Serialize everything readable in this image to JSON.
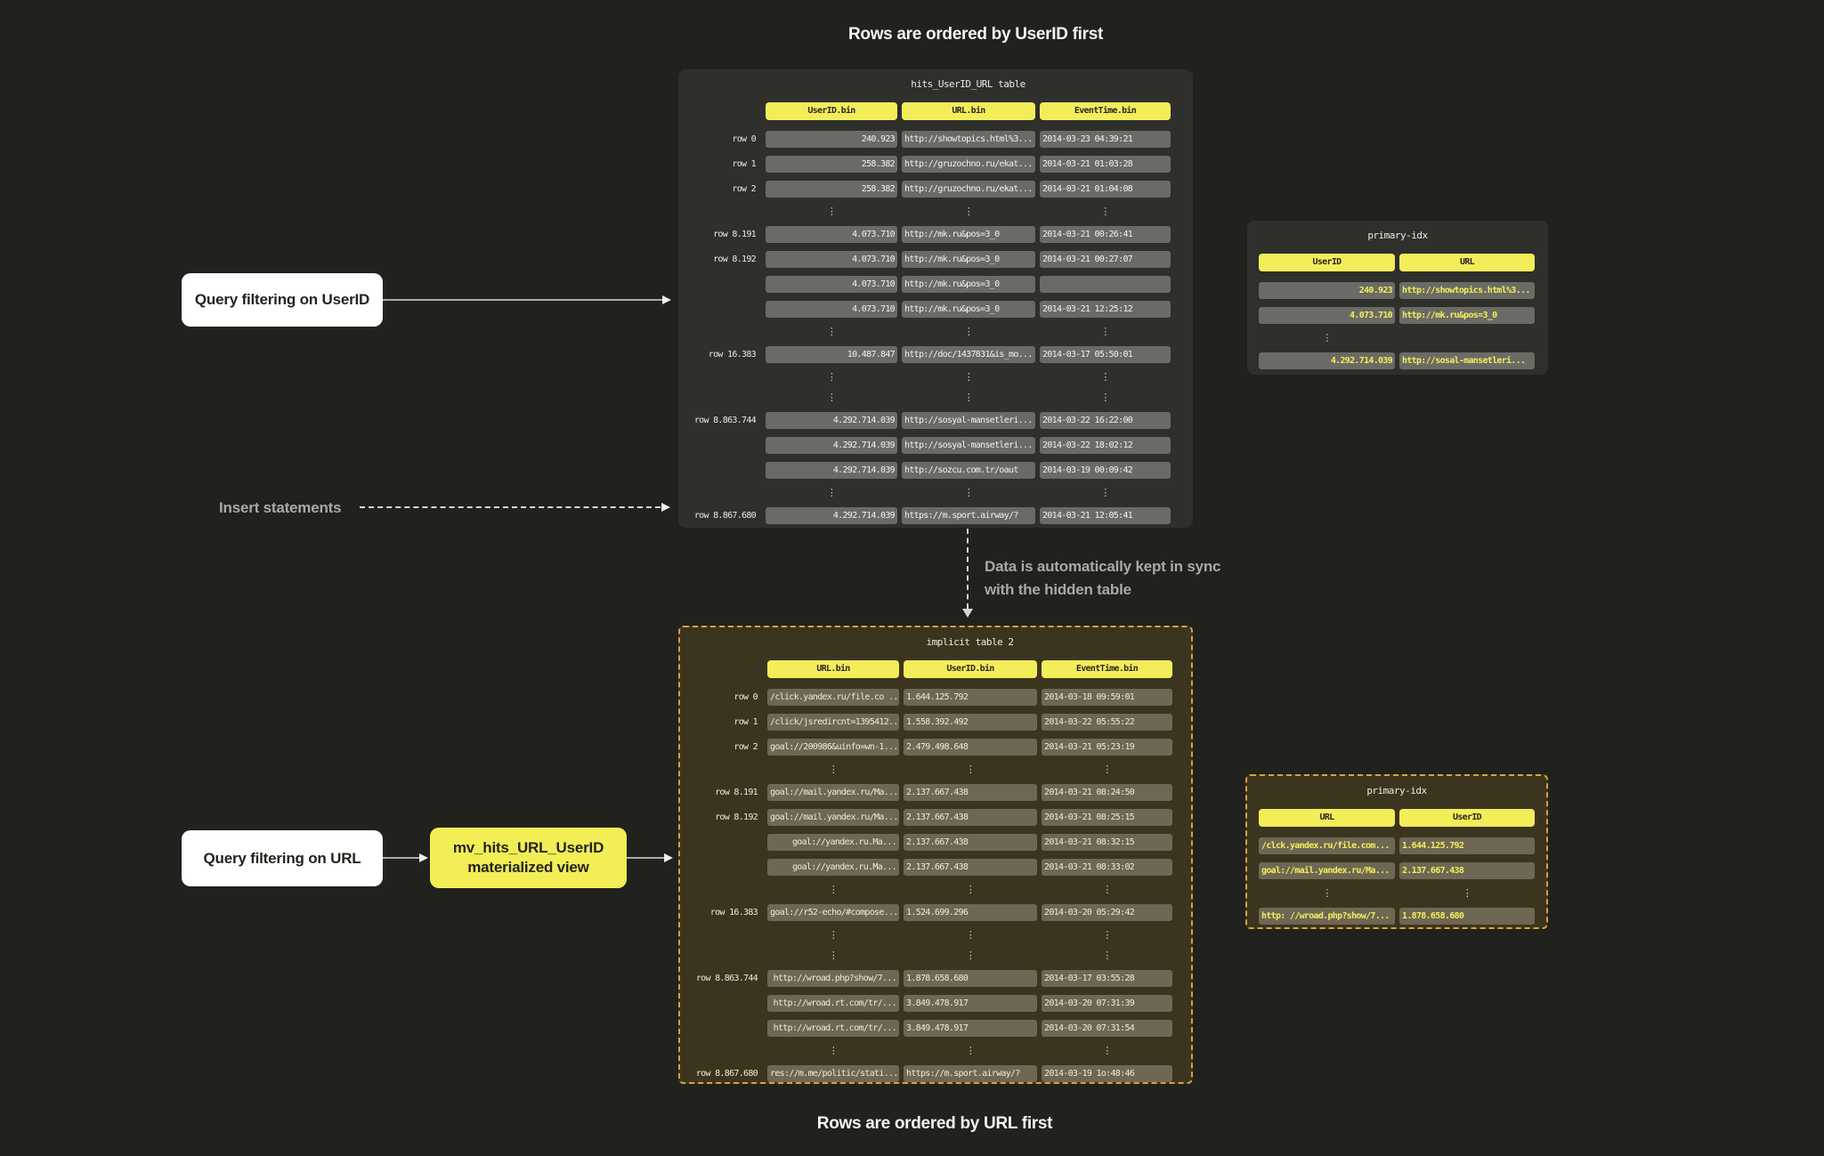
{
  "colors": {
    "background": "#21211d",
    "panel_dark": "#2f2f2c",
    "cell_dark": "#6b6b66",
    "panel_olive": "#3b3520",
    "cell_olive": "#6e6754",
    "accent_yellow": "#f4ed5a",
    "dashed_gold_border": "#dda039",
    "text_light": "#f2f2ef",
    "text_cream": "#efead9",
    "annotation_gray": "#a9a9a5",
    "box_white": "#ffffff"
  },
  "titles": {
    "top": "Rows are ordered by UserID first",
    "bottom": "Rows are ordered by URL first"
  },
  "annotations": {
    "query_userid": "Query filtering on UserID",
    "insert_statements": "Insert statements",
    "sync_line1": "Data is automatically kept in sync",
    "sync_line2": "with the hidden table",
    "query_url": "Query filtering on URL",
    "mv_line1": "mv_hits_URL_UserID",
    "mv_line2": "materialized view"
  },
  "main_table": {
    "title": "hits_UserID_URL table",
    "columns": [
      "UserID.bin",
      "URL.bin",
      "EventTime.bin"
    ],
    "col_align": [
      "r",
      "l",
      "l"
    ],
    "rows": [
      {
        "label": "row 0",
        "cells": [
          "240.923",
          "http://showtopics.html%3...",
          "2014-03-23 04:39:21"
        ]
      },
      {
        "label": "row 1",
        "cells": [
          "258.382",
          "http://gruzochno.ru/ekat...",
          "2014-03-21 01:03:28"
        ]
      },
      {
        "label": "row 2",
        "cells": [
          "258.382",
          "http://gruzochno.ru/ekat...",
          "2014-03-21 01:04:08"
        ]
      },
      {
        "dots": [
          1,
          1,
          1
        ]
      },
      {
        "label": "row 8.191",
        "cells": [
          "4.073.710",
          "http://mk.ru&pos=3_0",
          "2014-03-21 00:26:41"
        ]
      },
      {
        "label": "row 8.192",
        "cells": [
          "4.073.710",
          "http://mk.ru&pos=3_0",
          "2014-03-21 00:27:07"
        ]
      },
      {
        "label": "",
        "cells": [
          "4.073.710",
          "http://mk.ru&pos=3_0",
          ""
        ]
      },
      {
        "label": "",
        "cells": [
          "4.073.710",
          "http://mk.ru&pos=3_0",
          "2014-03-21 12:25:12"
        ]
      },
      {
        "dots": [
          1,
          1,
          1
        ]
      },
      {
        "label": "row 16.383",
        "cells": [
          "10.487.847",
          "http://doc/1437831&is_mo...",
          "2014-03-17 05:50:01"
        ]
      },
      {
        "dots": [
          1,
          1,
          1
        ]
      },
      {
        "dots": [
          1,
          1,
          1
        ]
      },
      {
        "label": "row 8.863.744",
        "cells": [
          "4.292.714.039",
          "http://sosyal-mansetleri...",
          "2014-03-22 16:22:00"
        ]
      },
      {
        "label": "",
        "cells": [
          "4.292.714.039",
          "http://sosyal-mansetleri...",
          "2014-03-22 18:02:12"
        ]
      },
      {
        "label": "",
        "cells": [
          "4.292.714.039",
          "http://sozcu.com.tr/oaut",
          "2014-03-19 00:09:42"
        ]
      },
      {
        "dots": [
          1,
          1,
          1
        ]
      },
      {
        "label": "row 8.867.680",
        "cells": [
          "4.292.714.039",
          "https://m.sport.airway/?",
          "2014-03-21 12:05:41"
        ]
      }
    ]
  },
  "main_index": {
    "title": "primary-idx",
    "columns": [
      "UserID",
      "URL"
    ],
    "col_align": [
      "r",
      "l"
    ],
    "rows": [
      {
        "cells": [
          "240.923",
          "http://showtopics.html%3..."
        ]
      },
      {
        "cells": [
          "4.073.710",
          "http://mk.ru&pos=3_0"
        ]
      },
      {
        "dots": [
          1,
          0
        ]
      },
      {
        "cells": [
          "4.292.714.039",
          "http://sosal-mansetleri..."
        ]
      }
    ]
  },
  "implicit_table": {
    "title": "implicit table 2",
    "columns": [
      "URL.bin",
      "UserID.bin",
      "EventTime.bin"
    ],
    "col_align": [
      "l",
      "l",
      "l"
    ],
    "rows": [
      {
        "label": "row 0",
        "cells": [
          "/click.yandex.ru/file.co ...",
          "1.644.125.792",
          "2014-03-18 09:59:01"
        ]
      },
      {
        "label": "row 1",
        "cells": [
          "/click/jsredircnt=1395412...",
          "1.558.392.492",
          "2014-03-22 05:55:22"
        ]
      },
      {
        "label": "row 2",
        "cells": [
          "goal://200986&uinfo=wn-1...",
          "2.479.498.648",
          "2014-03-21 05:23:19"
        ]
      },
      {
        "dots": [
          1,
          1,
          1
        ]
      },
      {
        "label": "row 8.191",
        "cells": [
          "goal://mail.yandex.ru/Ma...",
          "2.137.667.438",
          "2014-03-21 08:24:50"
        ]
      },
      {
        "label": "row 8.192",
        "cells": [
          "goal://mail.yandex.ru/Ma...",
          "2.137.667.438",
          "2014-03-21 08:25:15"
        ]
      },
      {
        "label": "",
        "cells": [
          "goal://yandex.ru.Ma...",
          "2.137.667.438",
          "2014-03-21 08:32:15"
        ],
        "align": [
          "r",
          "l",
          "l"
        ]
      },
      {
        "label": "",
        "cells": [
          "goal://yandex.ru.Ma...",
          "2.137.667.438",
          "2014-03-21 08:33:02"
        ],
        "align": [
          "r",
          "l",
          "l"
        ]
      },
      {
        "dots": [
          1,
          1,
          1
        ]
      },
      {
        "label": "row 16.383",
        "cells": [
          "goal://r52-echo/#compose...",
          "1.524.699.296",
          "2014-03-20 05:29:42"
        ]
      },
      {
        "dots": [
          1,
          1,
          1
        ]
      },
      {
        "dots": [
          1,
          1,
          1
        ]
      },
      {
        "label": "row 8.863.744",
        "cells": [
          "http://wroad.php?show/7...",
          "1.878.658.680",
          "2014-03-17 03:55:28"
        ],
        "align": [
          "r",
          "l",
          "l"
        ]
      },
      {
        "label": "",
        "cells": [
          "http://wroad.rt.com/tr/...",
          "3.849.478.917",
          "2014-03-20 07:31:39"
        ],
        "align": [
          "r",
          "l",
          "l"
        ]
      },
      {
        "label": "",
        "cells": [
          "http://wroad.rt.com/tr/...",
          "3.849.478.917",
          "2014-03-20 07:31:54"
        ],
        "align": [
          "r",
          "l",
          "l"
        ]
      },
      {
        "dots": [
          1,
          1,
          1
        ]
      },
      {
        "label": "row 8.867.680",
        "cells": [
          "res://m.me/politic/stati...",
          "https://m.sport.airway/?",
          "2014-03-19 1o:48:46"
        ],
        "align": [
          "r",
          "l",
          "l"
        ]
      }
    ]
  },
  "implicit_index": {
    "title": "primary-idx",
    "columns": [
      "URL",
      "UserID"
    ],
    "col_align": [
      "l",
      "l"
    ],
    "rows": [
      {
        "cells": [
          "/clck.yandex.ru/file.com...",
          "1.644.125.792"
        ]
      },
      {
        "cells": [
          "goal://mail.yandex.ru/Ma...",
          "2.137.667.438"
        ]
      },
      {
        "dots": [
          1,
          1
        ]
      },
      {
        "cells": [
          "http: //wroad.php?show/7...",
          "1.878.658.680"
        ]
      }
    ]
  }
}
